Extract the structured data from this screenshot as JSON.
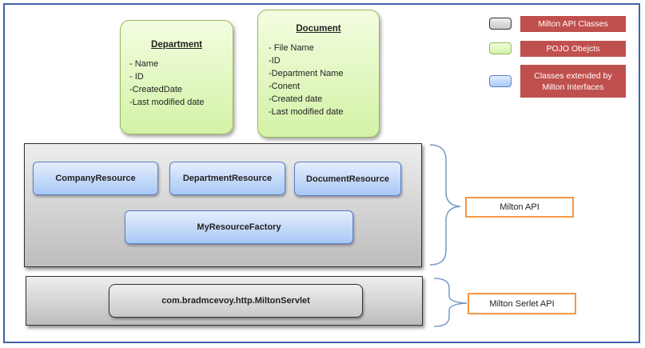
{
  "pojos": {
    "department": {
      "title": "Department",
      "fields": [
        "- Name",
        "- ID",
        "-CreatedDate",
        "-Last modified date"
      ]
    },
    "document": {
      "title": "Document",
      "fields": [
        "- File Name",
        "-ID",
        "-Department Name",
        "-Conent",
        "-Created date",
        "-Last modified date"
      ]
    }
  },
  "milton_api_classes": {
    "company": "CompanyResource",
    "department": "DepartmentResource",
    "document": "DocumentResource",
    "factory": "MyResourceFactory"
  },
  "servlet_class": "com.bradmcevoy.http.MiltonServlet",
  "legend": {
    "items": [
      {
        "label": "Milton API Classes",
        "color": "#d9d9d9"
      },
      {
        "label": "POJO Obejcts",
        "color": "#d3f2a6"
      },
      {
        "label": "Classes extended by Milton Interfaces",
        "color": "#a9c8f5"
      }
    ]
  },
  "callouts": {
    "api": "Milton API",
    "servlet_api": "Milton Serlet API"
  },
  "colors": {
    "frame": "#3f64a8",
    "legend_label_bg": "#c0504d",
    "callout_border": "#f79646",
    "brace": "#7a9bc7"
  }
}
